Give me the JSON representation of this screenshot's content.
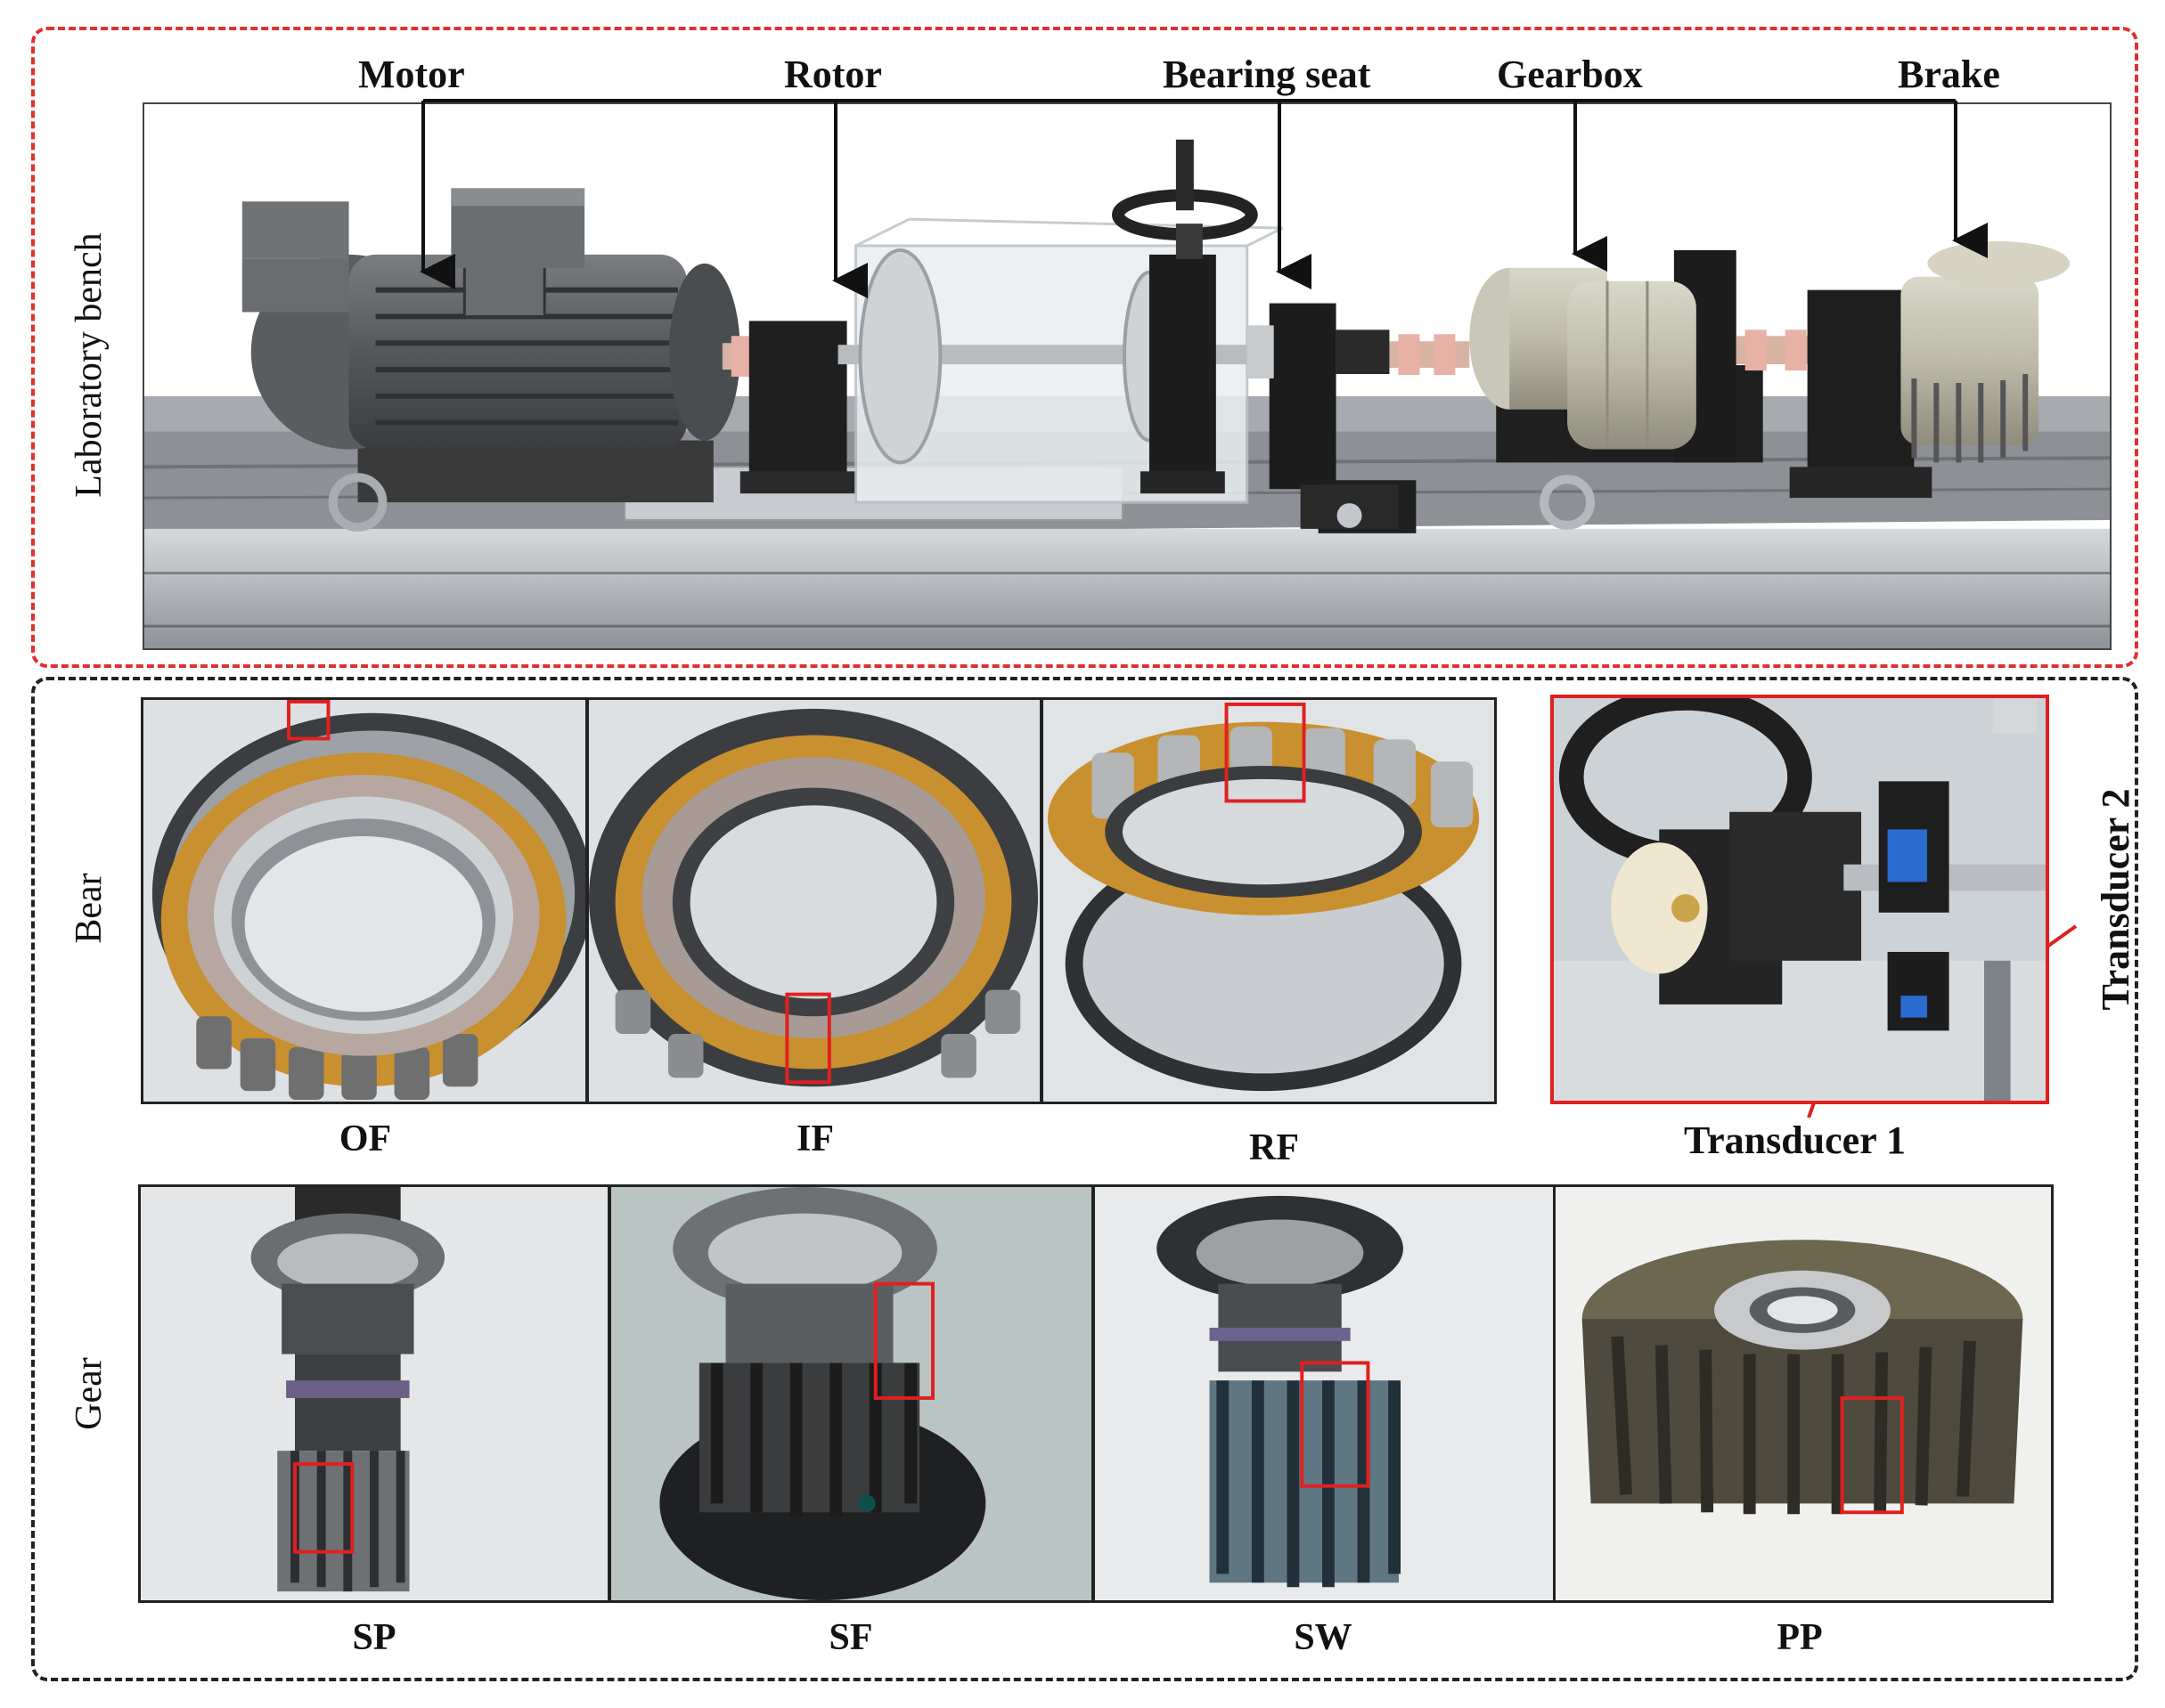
{
  "bench": {
    "side_label": "Laboratory bench",
    "components": [
      "Motor",
      "Rotor",
      "Bearing seat",
      "Gearbox",
      "Brake"
    ]
  },
  "bearing": {
    "side_label": "Bear",
    "captions": [
      "OF",
      "IF",
      "RF"
    ],
    "transducers": [
      "Transducer 1",
      "Transducer 2"
    ]
  },
  "gear": {
    "side_label": "Gear",
    "captions": [
      "SP",
      "SF",
      "SW",
      "PP"
    ]
  },
  "colors": {
    "highlight_red": "#e02020",
    "top_frame": "#e03030",
    "bottom_frame": "#222222",
    "bench_steel": "#9aa0a6",
    "bearing_brass": "#c8902e",
    "gear_dark": "#2c2c2e"
  }
}
